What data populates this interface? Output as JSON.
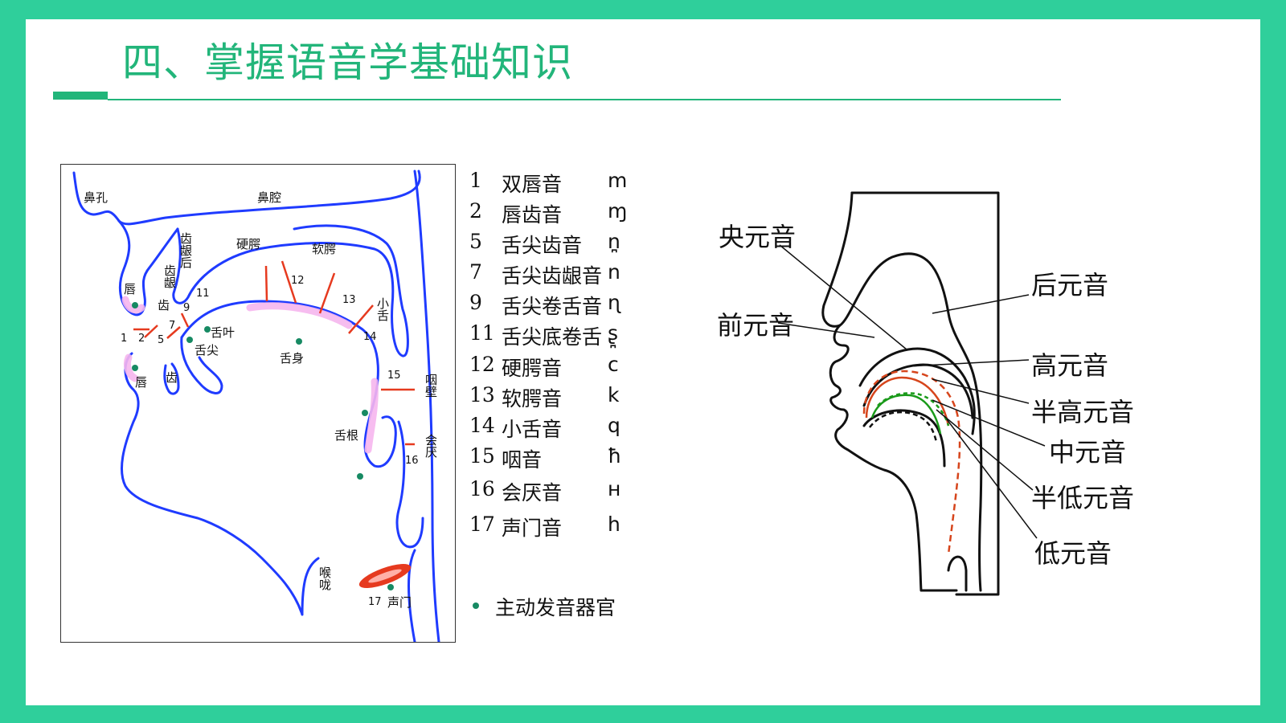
{
  "title": "四、掌握语音学基础知识",
  "colors": {
    "frame": "#2fcf9b",
    "accent": "#22b57a",
    "outline": "#1f3bff",
    "line_red": "#e63a1f",
    "highlight": "#f6b6ee",
    "dot": "#178a63"
  },
  "left_diagram": {
    "labels": {
      "nostril": "鼻孔",
      "nasal_cavity": "鼻腔",
      "alveolar_back": "齿龈后",
      "hard_palate": "硬腭",
      "soft_palate": "软腭",
      "lip_upper": "唇",
      "alveolar": "齿龈",
      "teeth_upper": "齿",
      "uvula": "小舌",
      "tongue_blade": "舌叶",
      "tongue_tip": "舌尖",
      "tongue_body": "舌身",
      "lip_lower": "唇",
      "teeth_lower": "齿",
      "pharynx_wall": "咽壁",
      "tongue_root": "舌根",
      "epiglottis": "会厌",
      "larynx": "喉咙",
      "glottis": "声门"
    },
    "numbers": [
      "1",
      "2",
      "5",
      "7",
      "9",
      "11",
      "12",
      "13",
      "14",
      "15",
      "16",
      "17"
    ]
  },
  "legend": [
    {
      "num": "1",
      "name": "双唇音",
      "symbol": "m"
    },
    {
      "num": "2",
      "name": "唇齿音",
      "symbol": "ɱ"
    },
    {
      "num": "5",
      "name": "舌尖齿音",
      "symbol": "n̪"
    },
    {
      "num": "7",
      "name": "舌尖齿龈音",
      "symbol": "n"
    },
    {
      "num": "9",
      "name": "舌尖卷舌音",
      "symbol": "ɳ"
    },
    {
      "num": "11",
      "name": "舌尖底卷舌",
      "symbol": "ʂ̪"
    },
    {
      "num": "12",
      "name": "硬腭音",
      "symbol": "c"
    },
    {
      "num": "13",
      "name": "软腭音",
      "symbol": "k"
    },
    {
      "num": "14",
      "name": "小舌音",
      "symbol": "q"
    },
    {
      "num": "15",
      "name": "咽音",
      "symbol": "ħ"
    },
    {
      "num": "16",
      "name": "会厌音",
      "symbol": "ʜ"
    },
    {
      "num": "17",
      "name": "声门音",
      "symbol": "h"
    }
  ],
  "active_organ_label": "主动发音器官",
  "right_diagram": {
    "labels": {
      "central": "央元音",
      "back": "后元音",
      "front": "前元音",
      "high": "高元音",
      "mid_high": "半高元音",
      "mid": "中元音",
      "mid_low": "半低元音",
      "low": "低元音"
    }
  }
}
